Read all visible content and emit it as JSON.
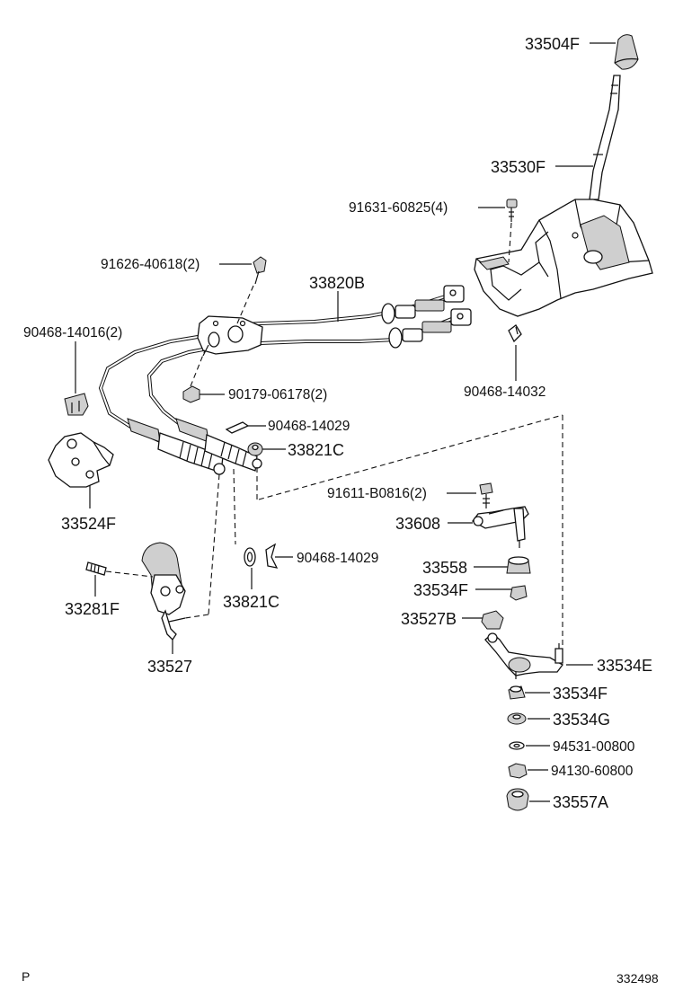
{
  "labels": {
    "shift_knob": "33504F",
    "shift_lever": "33530F",
    "bolt_lever_housing": "91631-60825(4)",
    "bolt_cable_bracket": "91626-40618(2)",
    "cable_assembly": "33820B",
    "clip_bracket": "90468-14016(2)",
    "clip_housing": "90468-14032",
    "nut_cable": "90179-06178(2)",
    "clip_upper": "90468-14029",
    "bushing_upper": "33821C",
    "bolt_lever": "91611-B0816(2)",
    "lever_33608": "33608",
    "bracket_33524f": "33524F",
    "bushing_33558": "33558",
    "bushing_33534f_upper": "33534F",
    "pin_33281f": "33281F",
    "bushing_33527b": "33527B",
    "clip_lower": "90468-14029",
    "bushing_lower": "33821C",
    "lever_33534e": "33534E",
    "lever_33527": "33527",
    "bushing_33534f_lower": "33534F",
    "bushing_33534g": "33534G",
    "washer": "94531-00800",
    "nut": "94130-60800",
    "bushing_33557a": "33557A"
  },
  "footer": {
    "left_mark": "P",
    "diagram_number": "332498"
  }
}
